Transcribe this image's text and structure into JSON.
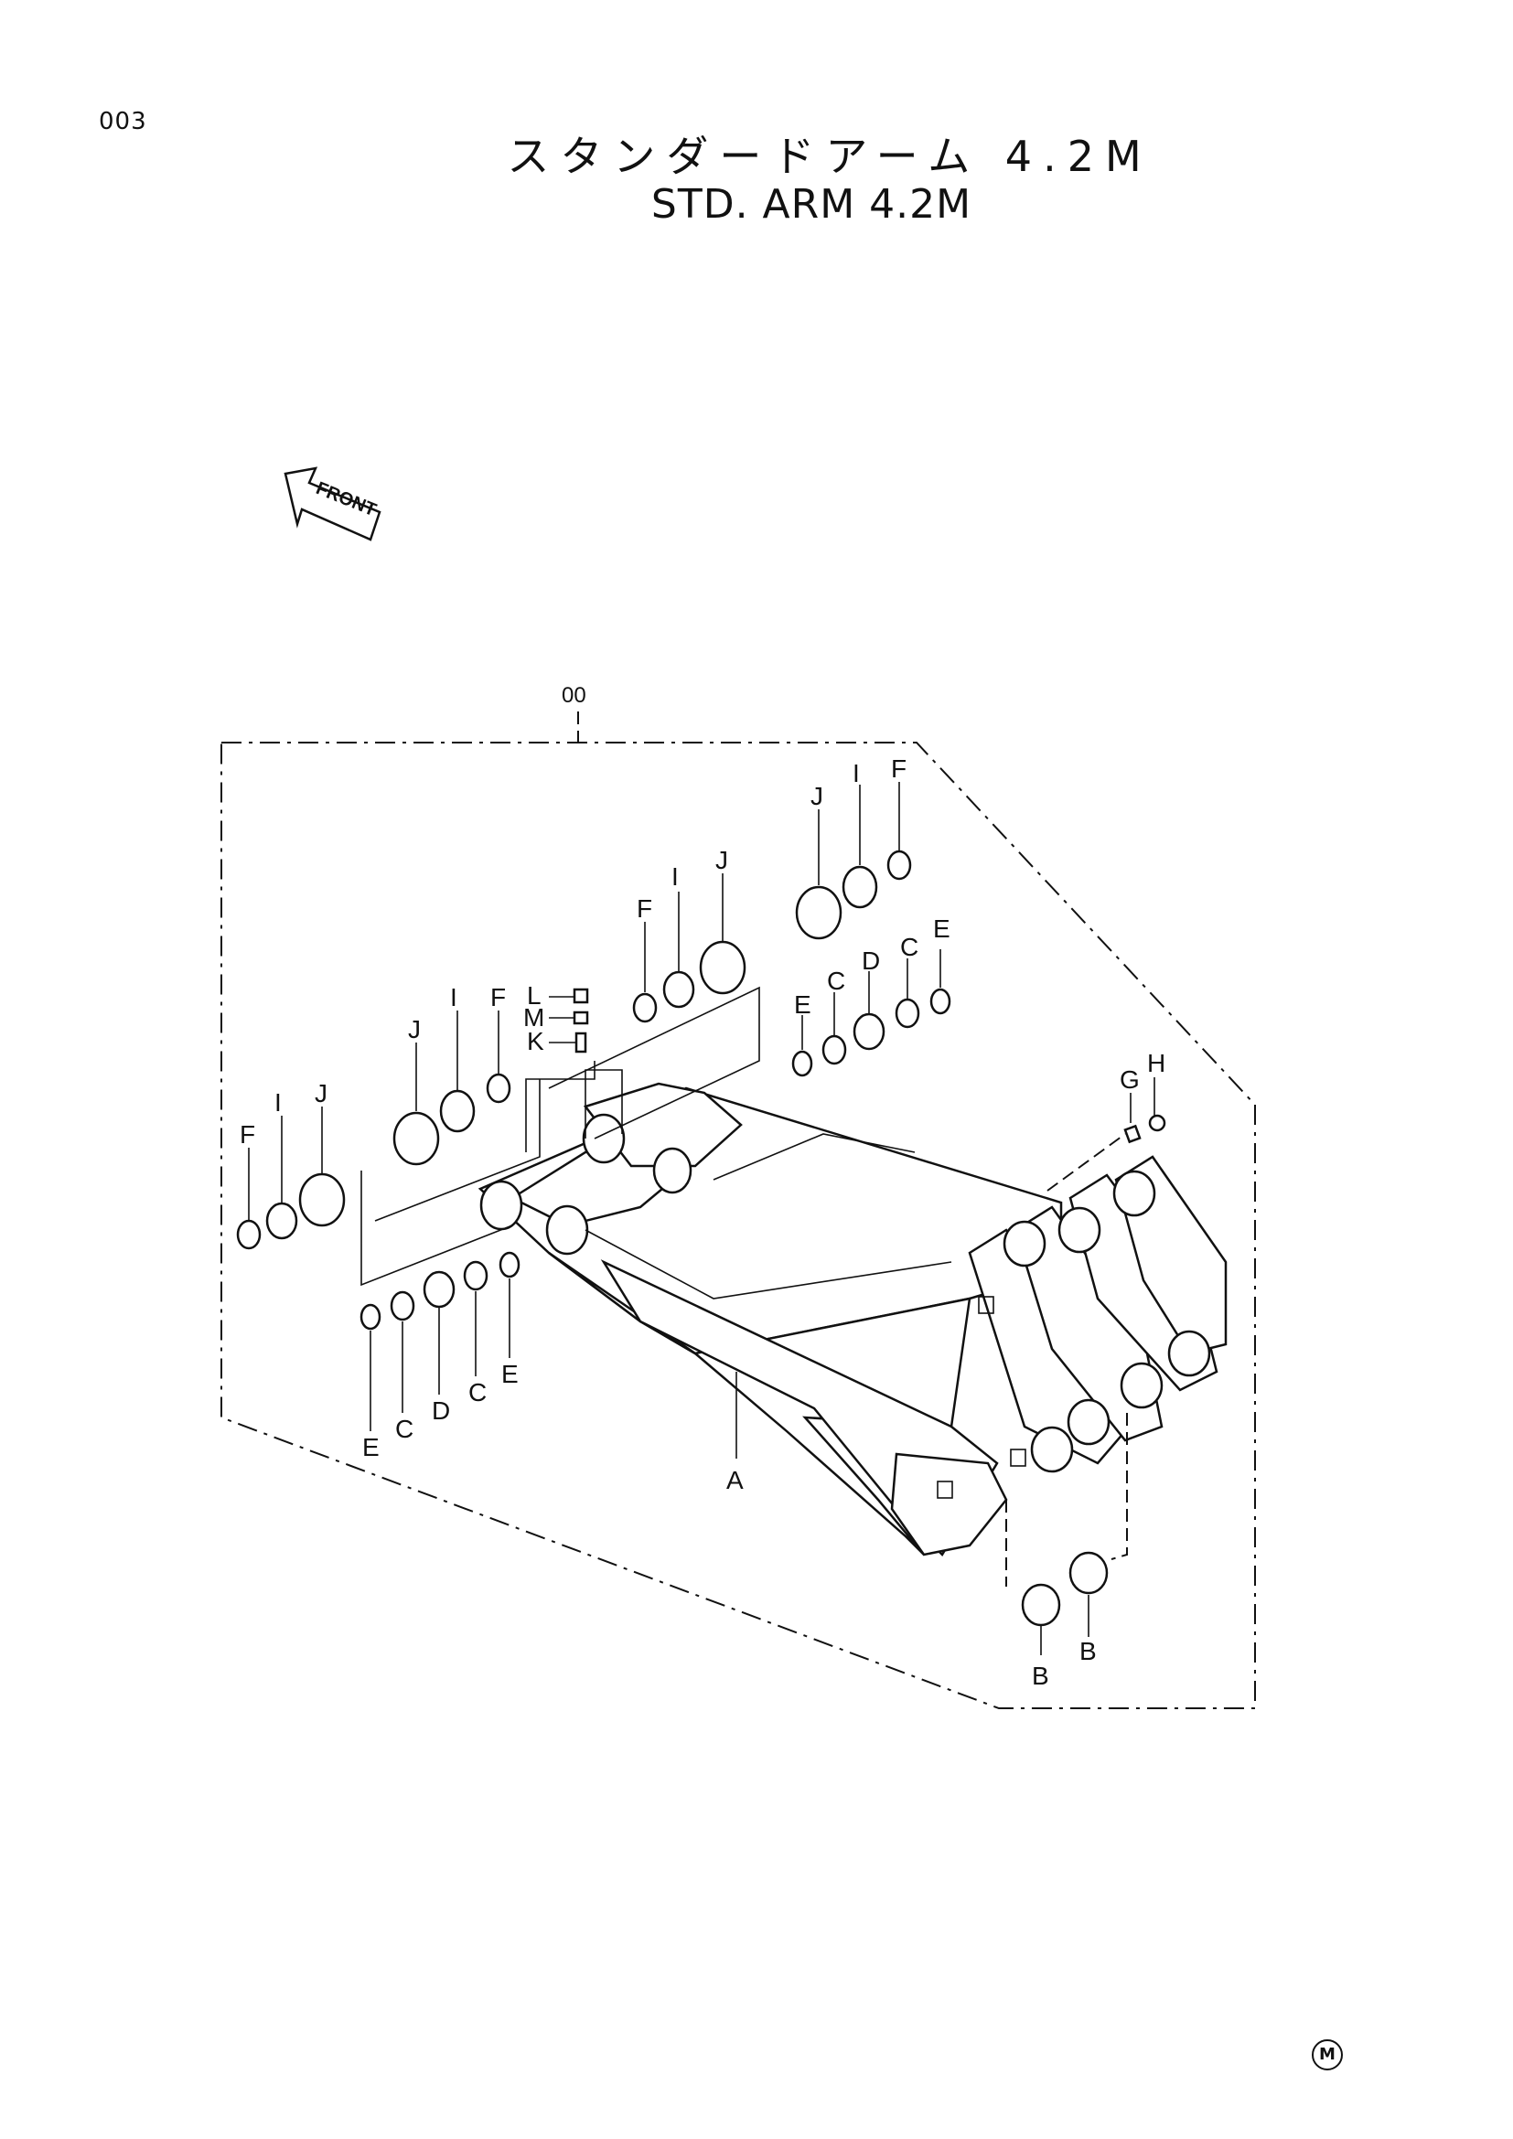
{
  "header": {
    "page_number": "003",
    "title_jp": "スタンダードアーム 4.2M",
    "title_en": "STD. ARM 4.2M"
  },
  "front_arrow": {
    "label": "FRONT"
  },
  "assembly": {
    "label": "00"
  },
  "labels": {
    "A": "A",
    "B": "B",
    "C": "C",
    "D": "D",
    "E": "E",
    "F": "F",
    "G": "G",
    "H": "H",
    "I": "I",
    "J": "J",
    "K": "K",
    "L": "L",
    "M": "M"
  },
  "footer": {
    "mark": "M"
  }
}
